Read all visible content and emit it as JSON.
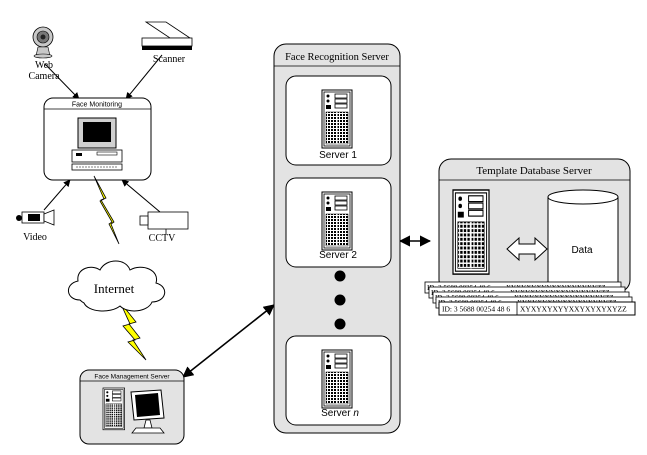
{
  "devices": {
    "web_camera": [
      "Web",
      "Camera"
    ],
    "scanner": "Scanner",
    "video": "Video",
    "cctv": "CCTV"
  },
  "face_monitoring": {
    "title": "Face Monitoring"
  },
  "internet": {
    "label": "Internet"
  },
  "face_management": {
    "title": "Face Management Server"
  },
  "face_recognition": {
    "title": "Face Recognition Server",
    "servers": [
      "Server 1",
      "Server 2"
    ],
    "last_server_prefix": "Server ",
    "last_server_suffix": "n"
  },
  "template_db": {
    "title": "Template Database Server",
    "data_label": "Data",
    "record_id": "ID: 3 5688 00254 48 6",
    "record_value": "XYXYXYXYYXXYXYXYXYZZ"
  },
  "colors": {
    "panel_fill": "#e3e3e3",
    "lightning": "#ffff00",
    "stroke": "#000000"
  }
}
